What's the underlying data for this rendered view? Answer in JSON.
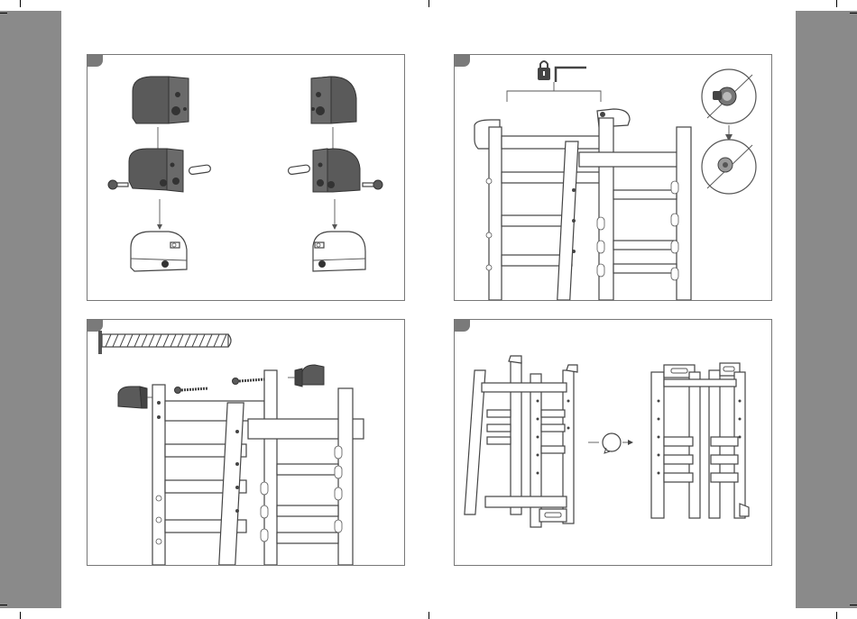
{
  "panels": [
    {
      "id": "top-left"
    },
    {
      "id": "top-right"
    },
    {
      "id": "bottom-left"
    },
    {
      "id": "bottom-right"
    }
  ],
  "icons": [
    "lock-icon",
    "allen-key-icon",
    "rotate-icon",
    "screw-icon",
    "ruler-icon"
  ],
  "colors": {
    "bleed": "#8a8a8a",
    "part": "#5a5a5a",
    "outline": "#444444",
    "tab": "#7a7a7a"
  }
}
